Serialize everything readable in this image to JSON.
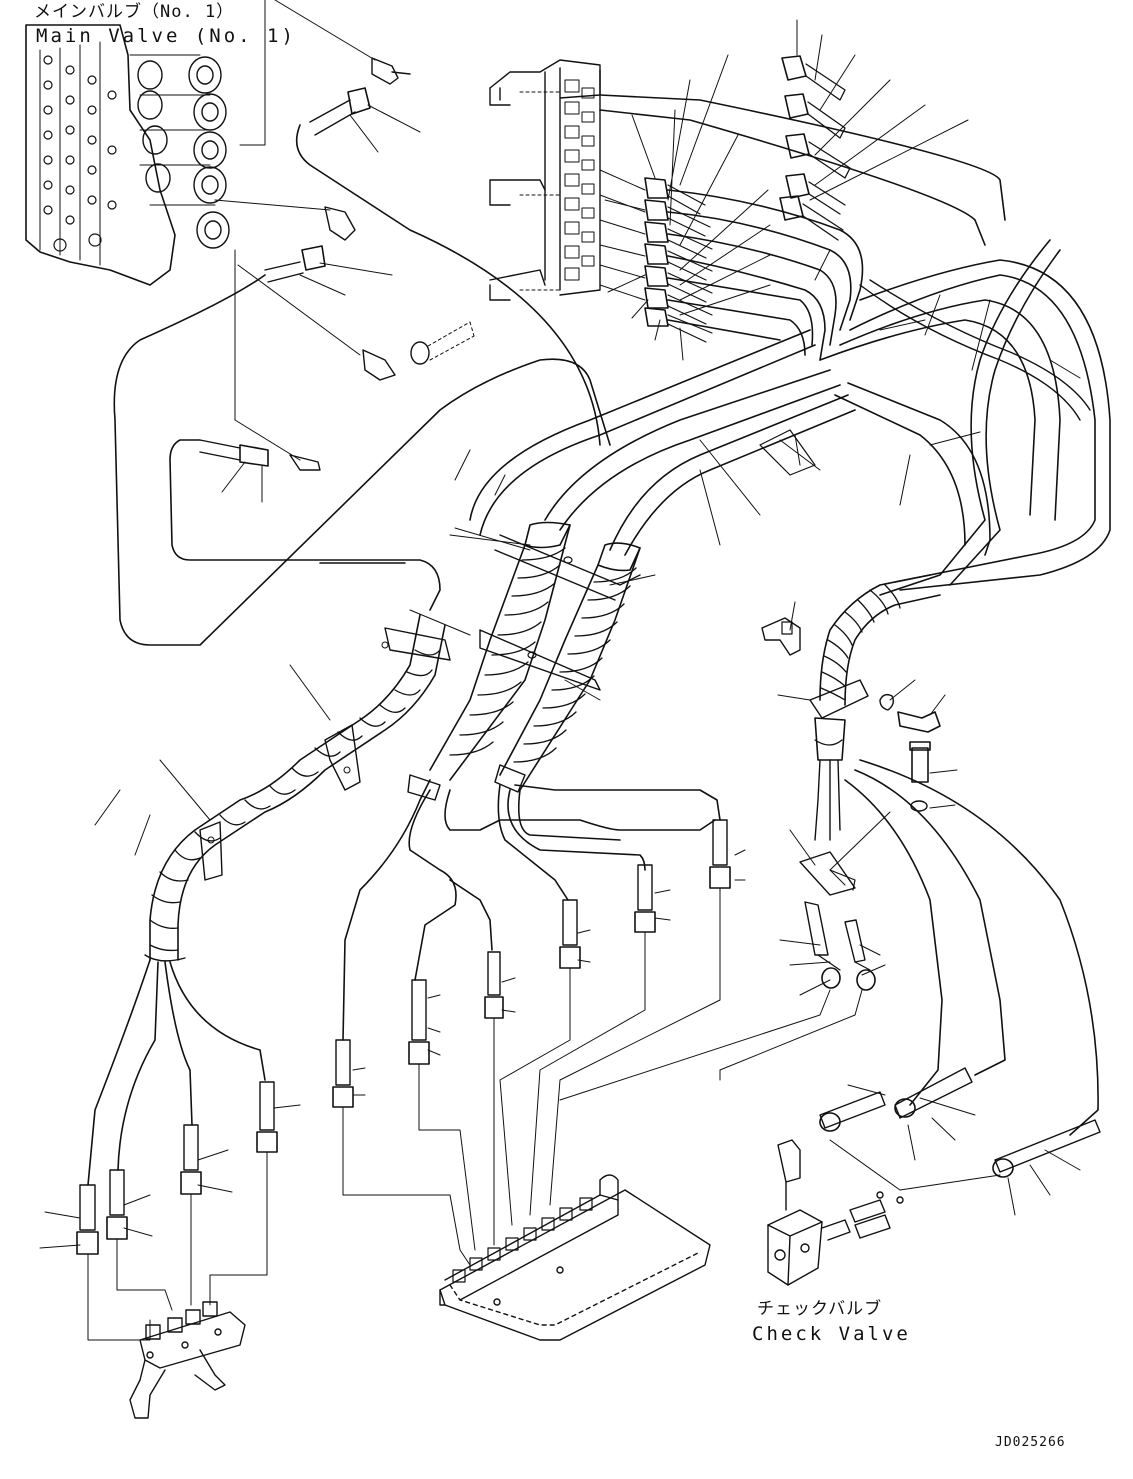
{
  "labels": {
    "main_valve_jp": "メインバルブ（No. 1）",
    "main_valve_en": "Main Valve (No. 1)",
    "check_valve_jp": "チェックバルブ",
    "check_valve_en": "Check Valve",
    "drawing_number": "JD025266"
  }
}
